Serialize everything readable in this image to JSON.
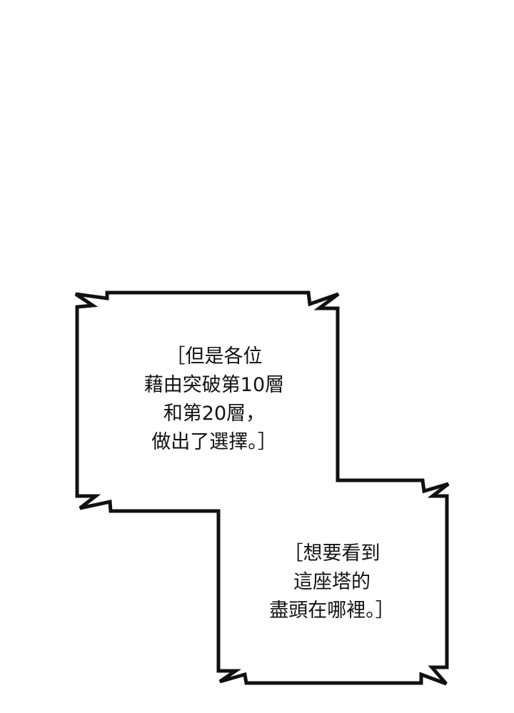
{
  "caption_1": {
    "lines": [
      "［但是各位",
      "藉由突破第10層",
      "和第20層，",
      "做出了選擇。］"
    ]
  },
  "caption_2": {
    "lines": [
      "［想要看到",
      "這座塔的",
      "盡頭在哪裡。］"
    ]
  },
  "colors": {
    "outline": "#111111",
    "fill": "#ffffff",
    "text": "#111111"
  }
}
